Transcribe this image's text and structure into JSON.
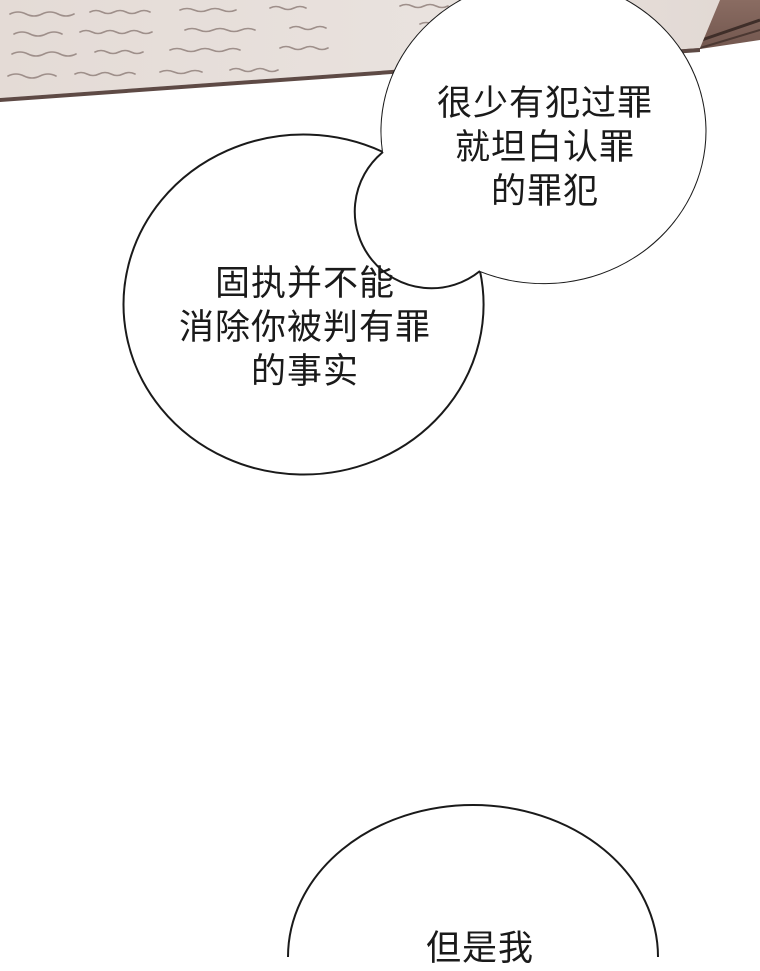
{
  "bubbles": [
    {
      "lines": [
        "很少有犯过罪",
        "就坦白认罪",
        "的罪犯"
      ]
    },
    {
      "lines": [
        "固执并不能",
        "消除你被判有罪",
        "的事实"
      ]
    },
    {
      "lines": [
        "但是我"
      ]
    }
  ],
  "colors": {
    "paper": "#e7dfdb",
    "paper_edge": "#6a5550",
    "wood": "#7d6158",
    "bubble_outline": "#1a1a1a",
    "background": "#ffffff"
  }
}
